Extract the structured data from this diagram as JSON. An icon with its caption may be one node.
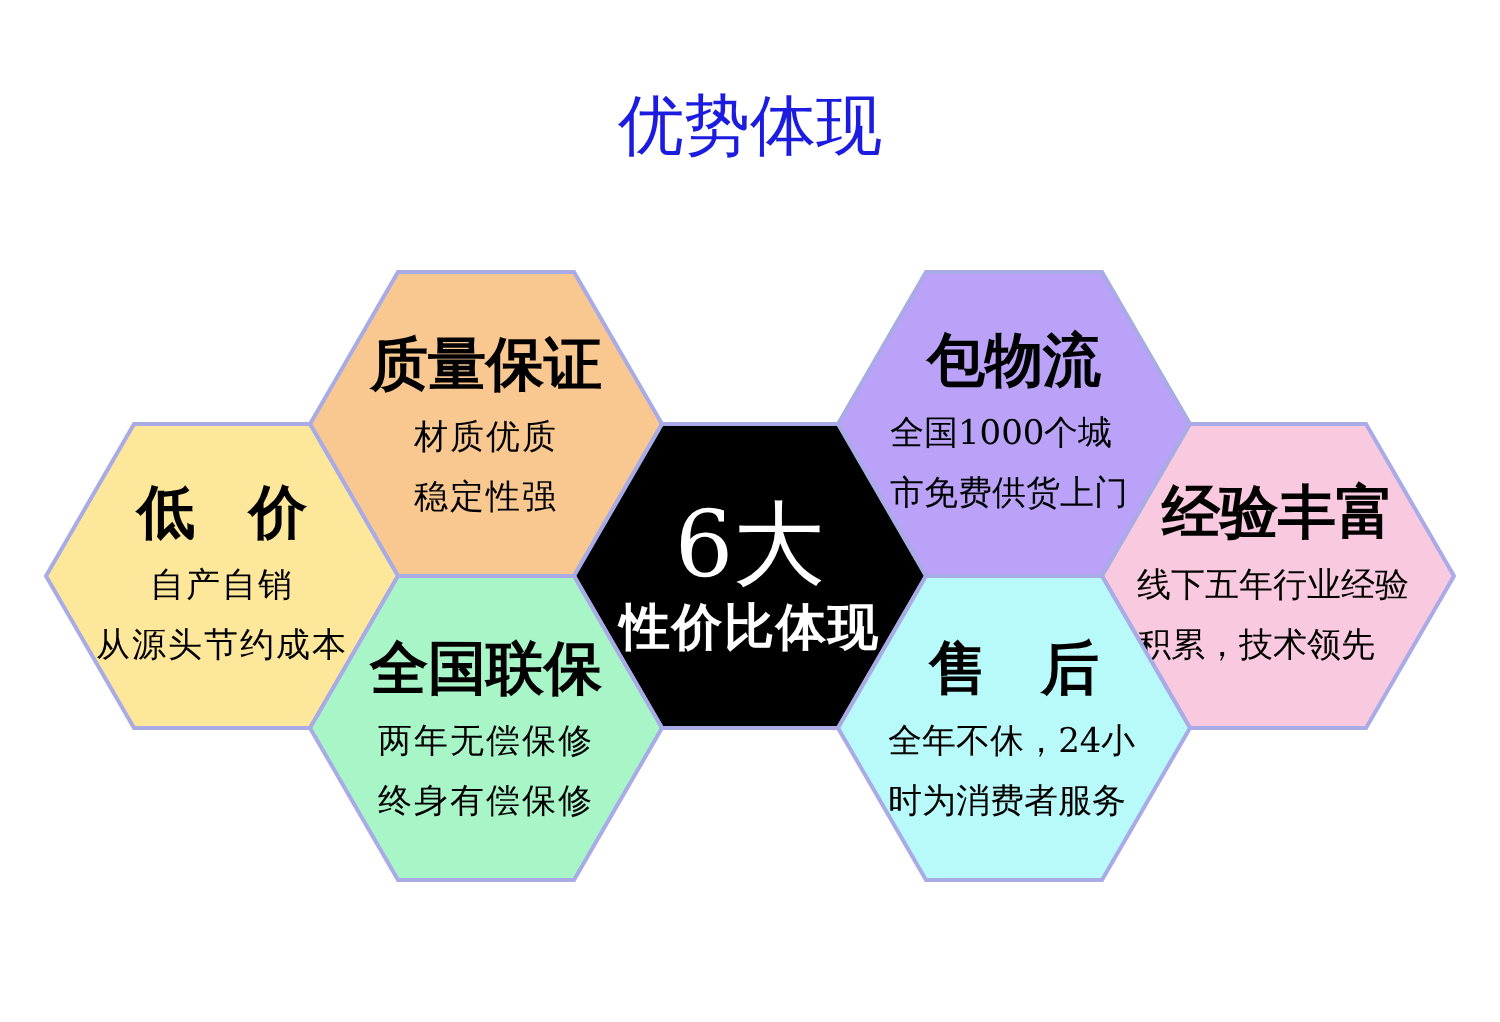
{
  "diagram": {
    "title": "优势体现",
    "nodes": [
      {
        "text": [
          "质量保证",
          "材质优质",
          "稳定性强"
        ]
      },
      {
        "text": [
          "包物流",
          "全国1000个城市免费供货上门"
        ]
      },
      {
        "text": [
          "低 价",
          "自产自销",
          "从源头节约成本"
        ]
      },
      {
        "text": [
          "6大",
          "性价比体现"
        ]
      },
      {
        "text": [
          "经验丰富",
          "线下五年行业经验积累，技术领先"
        ]
      },
      {
        "text": [
          "全国联保",
          "两年无偿保修",
          "终身有偿保修"
        ]
      },
      {
        "text": [
          "售 后",
          "全年不休，24小时为消费者服务"
        ]
      }
    ]
  }
}
